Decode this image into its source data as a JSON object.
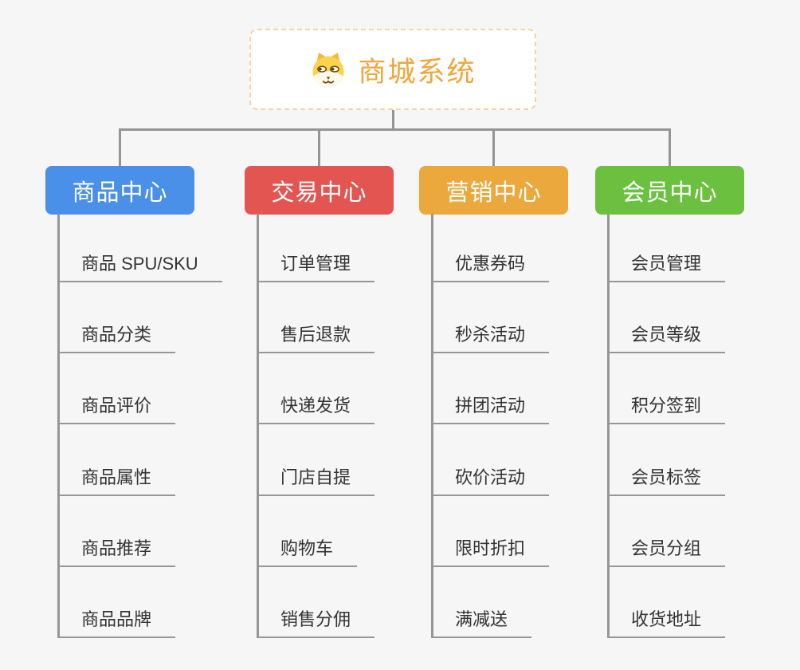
{
  "root": {
    "title": "商城系统",
    "icon": "dog-icon"
  },
  "branches": [
    {
      "label": "商品中心",
      "color": "#4A90E8",
      "items": [
        "商品 SPU/SKU",
        "商品分类",
        "商品评价",
        "商品属性",
        "商品推荐",
        "商品品牌"
      ]
    },
    {
      "label": "交易中心",
      "color": "#E25551",
      "items": [
        "订单管理",
        "售后退款",
        "快递发货",
        "门店自提",
        "购物车",
        "销售分佣"
      ]
    },
    {
      "label": "营销中心",
      "color": "#EBA83D",
      "items": [
        "优惠券码",
        "秒杀活动",
        "拼团活动",
        "砍价活动",
        "限时折扣",
        "满减送"
      ]
    },
    {
      "label": "会员中心",
      "color": "#6BC13F",
      "items": [
        "会员管理",
        "会员等级",
        "积分签到",
        "会员标签",
        "会员分组",
        "收货地址"
      ]
    }
  ],
  "colors": {
    "background": "#F6F6F7",
    "root_title": "#EFA63C",
    "root_border": "#F7D49B",
    "connector": "#959595",
    "leaf_text": "#333333"
  }
}
